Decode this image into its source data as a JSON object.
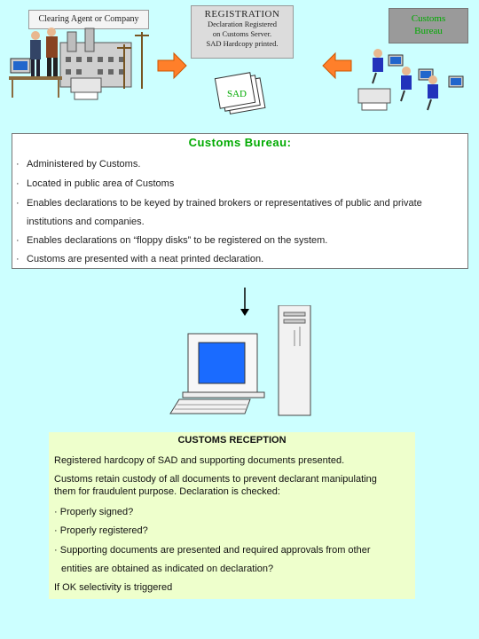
{
  "agent_label": "Clearing Agent or Company",
  "registration": {
    "title": "REGISTRATION",
    "lines": [
      "Declaration Registered",
      "on Customs Server.",
      "SAD Hardcopy printed."
    ]
  },
  "bureau_label_line1": "Customs",
  "bureau_label_line2": "Bureau",
  "sad_label": "SAD",
  "bureau_panel": {
    "title": "Customs Bureau:",
    "bullets": [
      "Administered by Customs.",
      "Located in public area of Customs",
      "Enables declarations to be keyed by trained brokers or representatives of public and private",
      "institutions and companies.",
      "Enables declarations on “floppy disks” to be registered on the system.",
      "Customs are presented with a neat printed declaration."
    ]
  },
  "reception": {
    "title": "CUSTOMS RECEPTION",
    "line1": "Registered hardcopy of SAD and supporting documents presented.",
    "line2": "Customs retain custody of all documents to prevent declarant manipulating",
    "line3": "them for fraudulent purpose.   Declaration is checked:",
    "check1": "Properly signed?",
    "check2": "Properly registered?",
    "check3": "Supporting documents are presented and required approvals from   other",
    "check3b": "entities are obtained  as indicated on declaration?",
    "footer": "If OK selectivity is triggered"
  },
  "colors": {
    "background": "#ccffff",
    "bureau_green": "#00aa00",
    "arrow_orange": "#ff7f2a",
    "reception_bg": "#eeffcc"
  }
}
